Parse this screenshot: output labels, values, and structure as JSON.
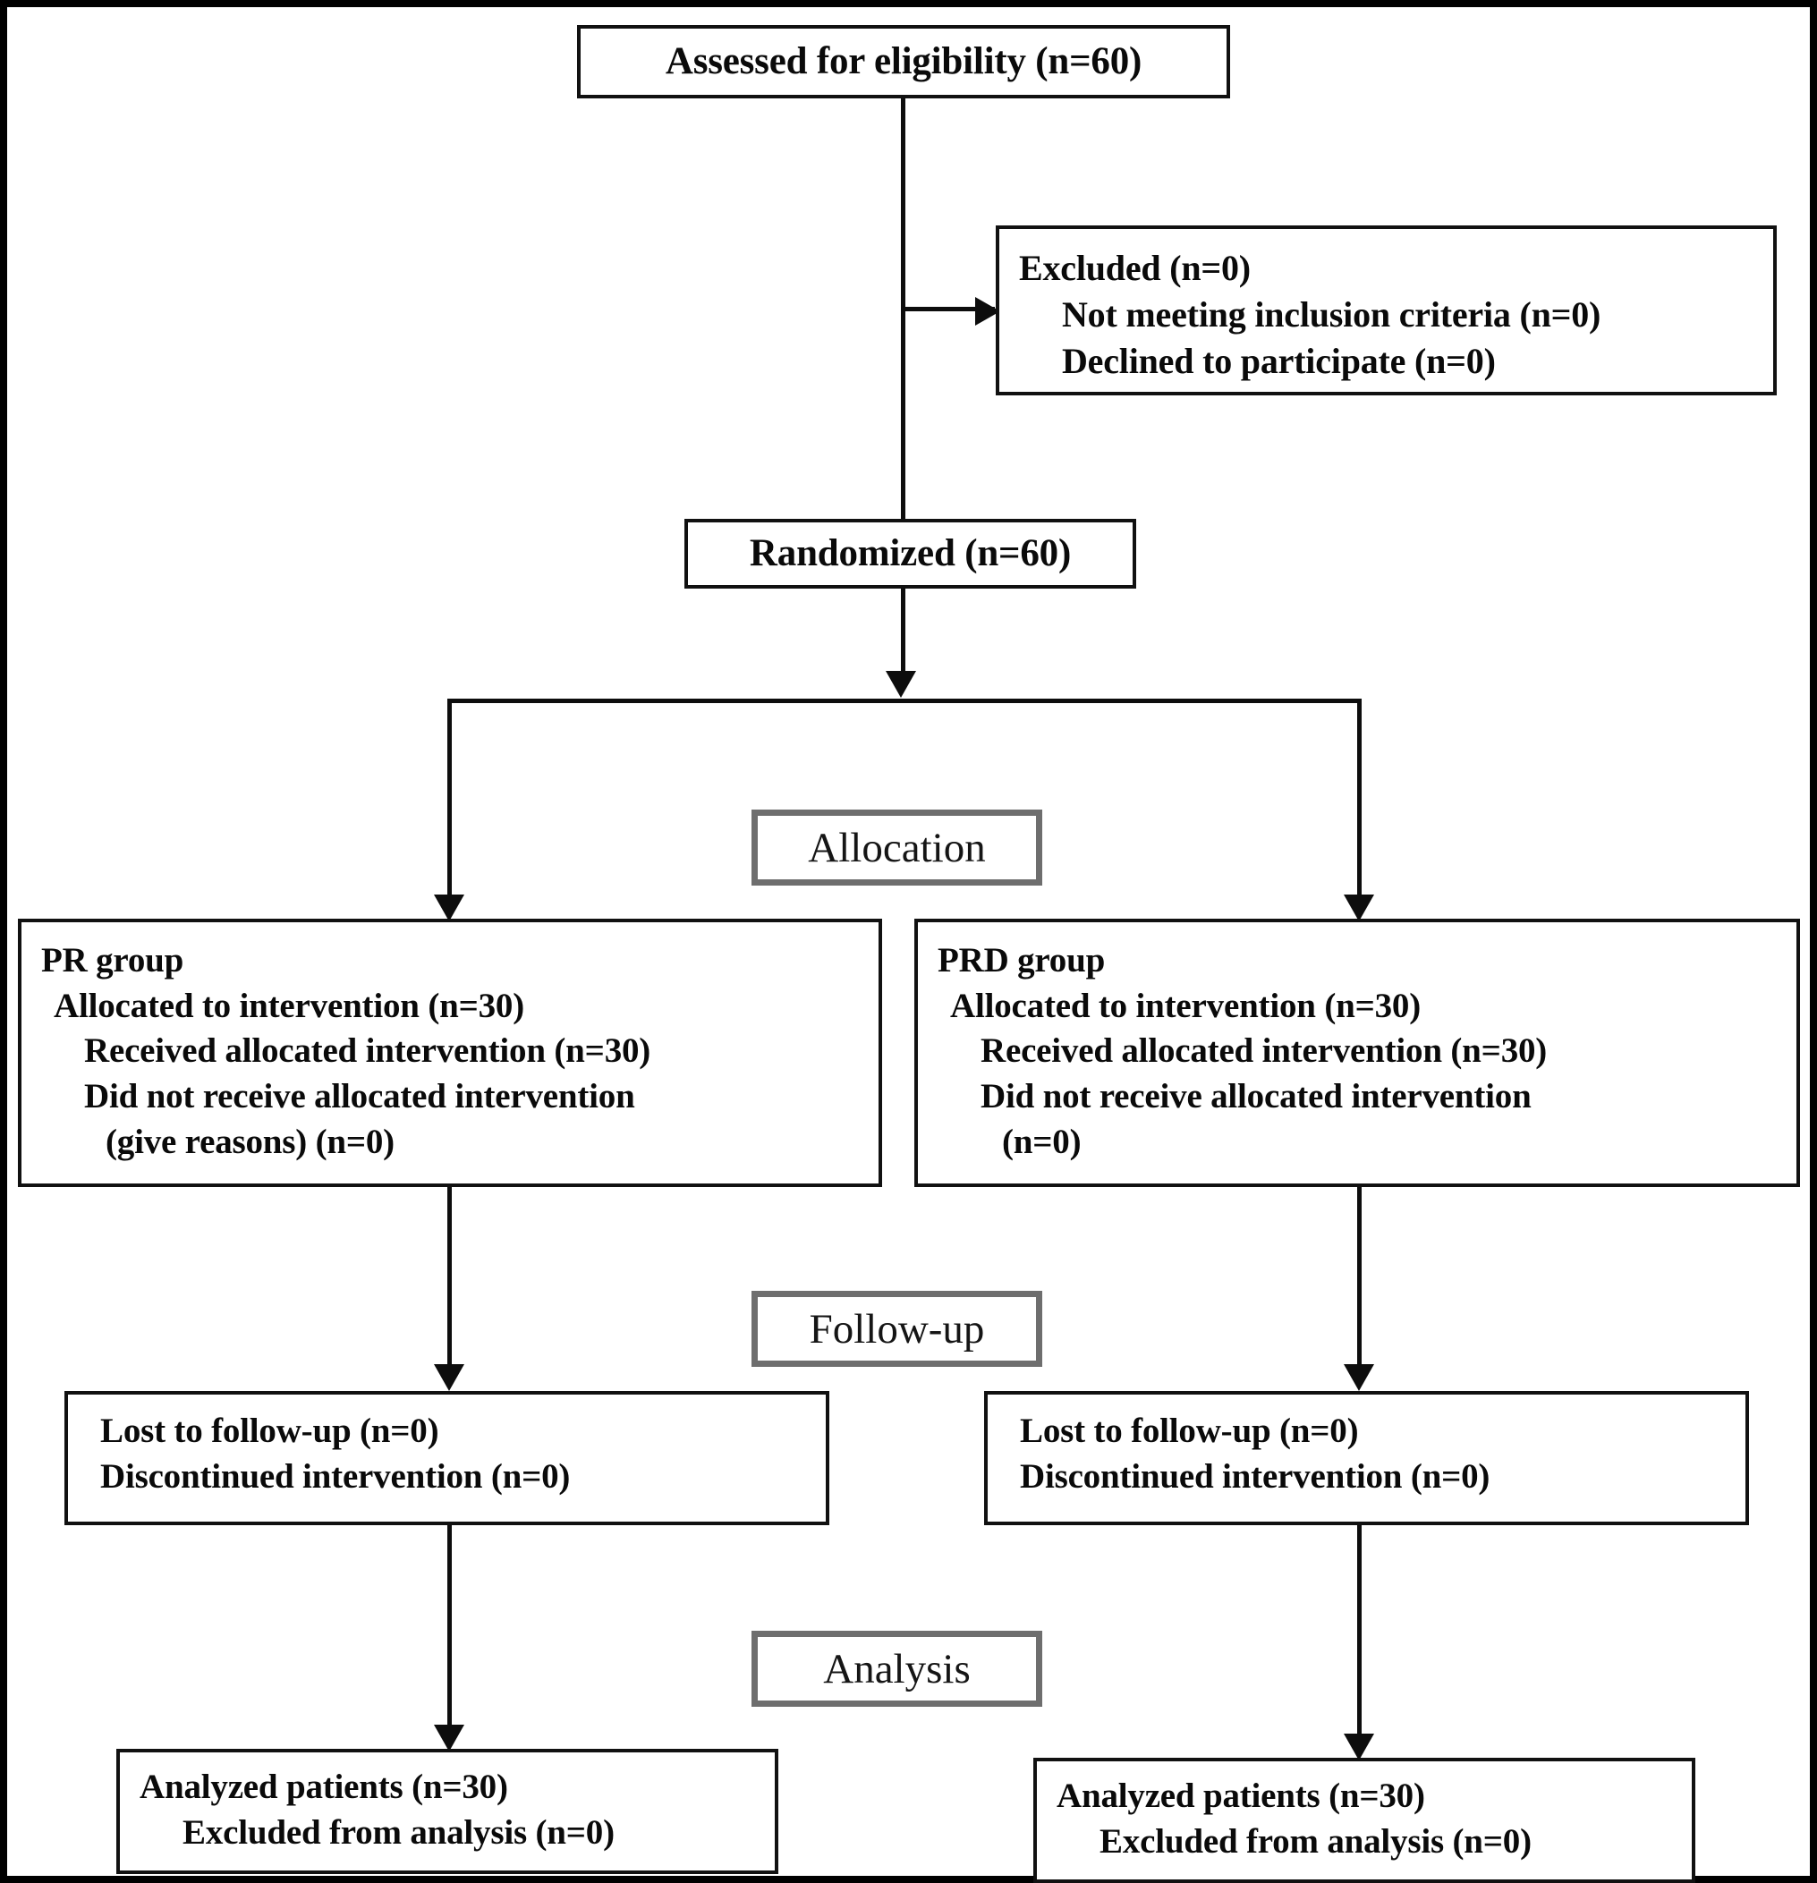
{
  "diagram": {
    "title": "CONSORT participant flow diagram",
    "type": "flowchart",
    "colors": {
      "box_border": "#111111",
      "stage_border": "#6e6e6e",
      "connector": "#0d0d0d",
      "background": "#ffffff",
      "text": "#0a0a0a"
    }
  },
  "enrollment": {
    "assessed": {
      "text": "Assessed for eligibility (n=60)"
    },
    "excluded": {
      "heading": "Excluded (n=0)",
      "reasons": [
        "Not meeting inclusion criteria (n=0)",
        "Declined to participate (n=0)"
      ]
    },
    "randomized": {
      "text": "Randomized (n=60)"
    }
  },
  "stages": {
    "allocation": "Allocation",
    "followup": "Follow-up",
    "analysis": "Analysis"
  },
  "allocation": {
    "left": {
      "group": "PR group",
      "allocated": "Allocated to intervention (n=30)",
      "received": "Received allocated intervention (n=30)",
      "not_received": "Did not receive allocated intervention",
      "not_received_cont": "(give reasons) (n=0)"
    },
    "right": {
      "group": "PRD group",
      "allocated": "Allocated to intervention (n=30)",
      "received": "Received allocated intervention (n=30)",
      "not_received": "Did not receive allocated intervention",
      "not_received_cont": "(n=0)"
    }
  },
  "followup": {
    "left": {
      "lost": "Lost to follow-up (n=0)",
      "discontinued": "Discontinued intervention (n=0)"
    },
    "right": {
      "lost": "Lost to follow-up (n=0)",
      "discontinued": "Discontinued intervention (n=0)"
    }
  },
  "analysis": {
    "left": {
      "analyzed": "Analyzed patients (n=30)",
      "excluded": "Excluded from analysis (n=0)"
    },
    "right": {
      "analyzed": "Analyzed patients (n=30)",
      "excluded": "Excluded from analysis (n=0)"
    }
  }
}
